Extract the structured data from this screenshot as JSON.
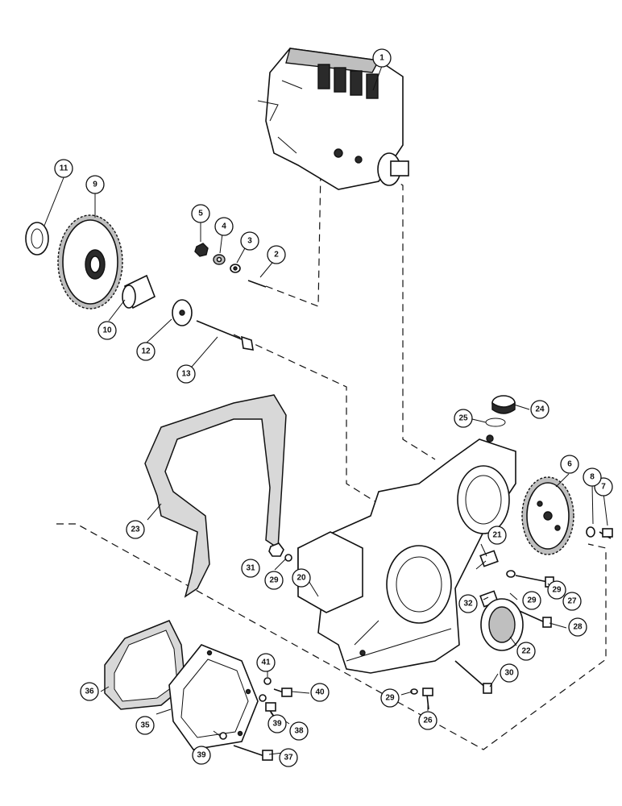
{
  "callouts": [
    {
      "id": "1",
      "label": "1"
    },
    {
      "id": "2",
      "label": "2"
    },
    {
      "id": "3",
      "label": "3"
    },
    {
      "id": "4",
      "label": "4"
    },
    {
      "id": "5",
      "label": "5"
    },
    {
      "id": "6",
      "label": "6"
    },
    {
      "id": "7",
      "label": "7"
    },
    {
      "id": "8",
      "label": "8"
    },
    {
      "id": "9",
      "label": "9"
    },
    {
      "id": "10",
      "label": "10"
    },
    {
      "id": "11",
      "label": "11"
    },
    {
      "id": "12",
      "label": "12"
    },
    {
      "id": "13",
      "label": "13"
    },
    {
      "id": "20",
      "label": "20"
    },
    {
      "id": "21",
      "label": "21"
    },
    {
      "id": "22",
      "label": "22"
    },
    {
      "id": "23",
      "label": "23"
    },
    {
      "id": "24",
      "label": "24"
    },
    {
      "id": "25",
      "label": "25"
    },
    {
      "id": "26",
      "label": "26"
    },
    {
      "id": "27",
      "label": "27"
    },
    {
      "id": "28",
      "label": "28"
    },
    {
      "id": "29a",
      "label": "29"
    },
    {
      "id": "29b",
      "label": "29"
    },
    {
      "id": "29c",
      "label": "29"
    },
    {
      "id": "29d",
      "label": "29"
    },
    {
      "id": "30",
      "label": "30"
    },
    {
      "id": "31",
      "label": "31"
    },
    {
      "id": "32",
      "label": "32"
    },
    {
      "id": "35",
      "label": "35"
    },
    {
      "id": "36",
      "label": "36"
    },
    {
      "id": "37",
      "label": "37"
    },
    {
      "id": "38",
      "label": "38"
    },
    {
      "id": "39a",
      "label": "39"
    },
    {
      "id": "39b",
      "label": "39"
    },
    {
      "id": "40",
      "label": "40"
    },
    {
      "id": "41",
      "label": "41"
    }
  ]
}
